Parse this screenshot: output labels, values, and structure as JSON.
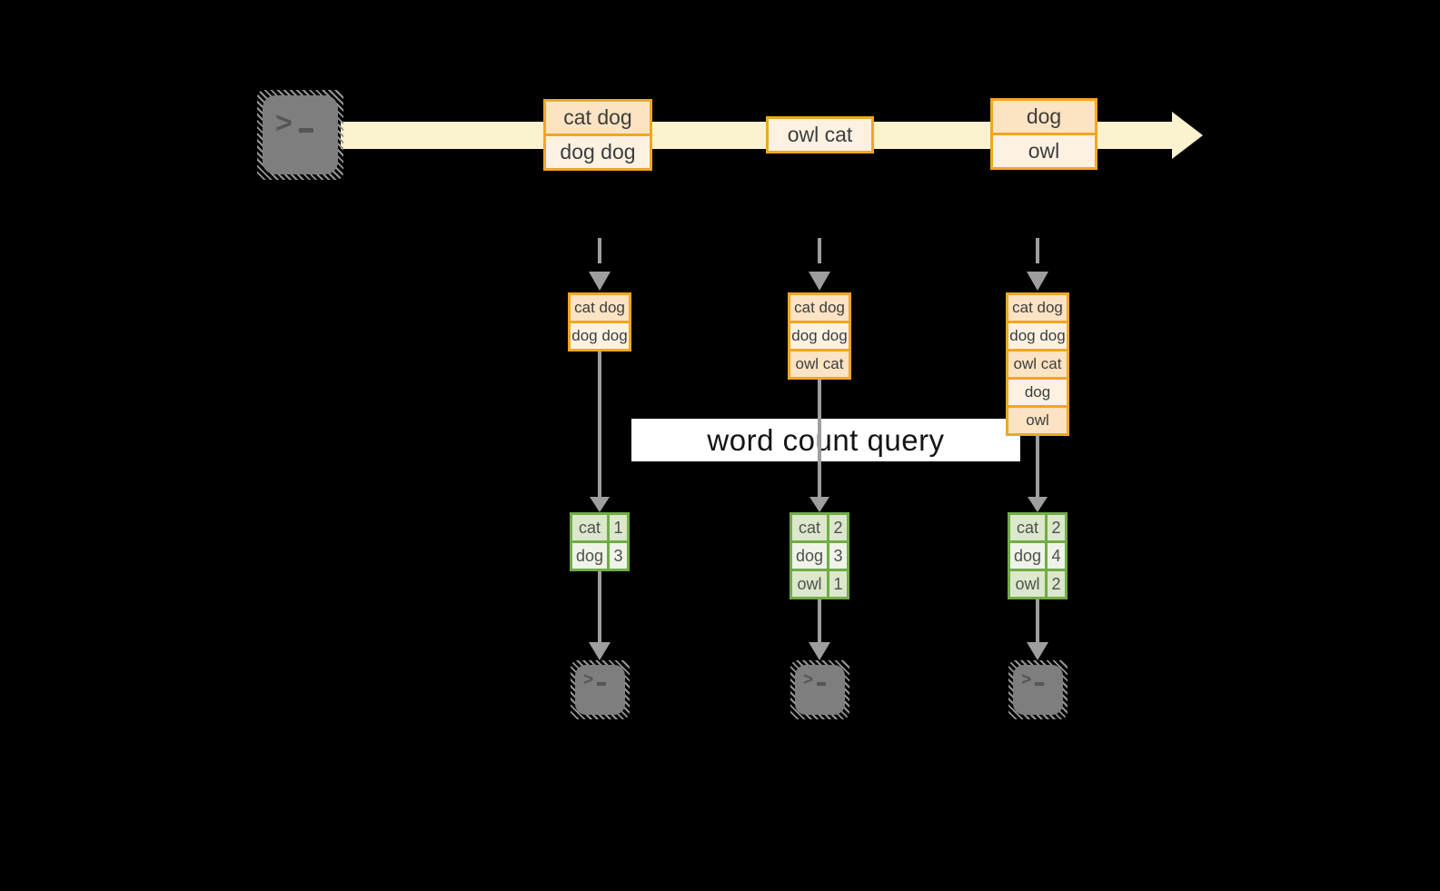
{
  "query": {
    "label": "word count query"
  },
  "stream": {
    "source_icon": "terminal-icon",
    "batches": [
      {
        "rows": [
          "cat dog",
          "dog dog"
        ]
      },
      {
        "rows": [
          "owl cat"
        ]
      },
      {
        "rows": [
          "dog",
          "owl"
        ]
      }
    ]
  },
  "columns": [
    {
      "state_rows": [
        "cat dog",
        "dog dog"
      ],
      "result": [
        [
          "cat",
          "1"
        ],
        [
          "dog",
          "3"
        ]
      ],
      "sink_icon": "terminal-icon"
    },
    {
      "state_rows": [
        "cat dog",
        "dog dog",
        "owl cat"
      ],
      "result": [
        [
          "cat",
          "2"
        ],
        [
          "dog",
          "3"
        ],
        [
          "owl",
          "1"
        ]
      ],
      "sink_icon": "terminal-icon"
    },
    {
      "state_rows": [
        "cat dog",
        "dog dog",
        "owl cat",
        "dog",
        "owl"
      ],
      "result": [
        [
          "cat",
          "2"
        ],
        [
          "dog",
          "4"
        ],
        [
          "owl",
          "2"
        ]
      ],
      "sink_icon": "terminal-icon"
    }
  ],
  "colors": {
    "background": "#000000",
    "stream_arrow": "#FBF2CF",
    "batch_border": "#F0A71F",
    "batch_fill_dark": "#FBE3C3",
    "batch_fill_light": "#FDF2E2",
    "result_border": "#71AD47",
    "result_fill_dark": "#DCE8CB",
    "result_fill_light": "#EEF4E7",
    "arrow_gray": "#9E9E9E",
    "terminal_gray": "#7E7E7E",
    "query_band": "#FFFFFF",
    "text": "#3D3D3D"
  }
}
